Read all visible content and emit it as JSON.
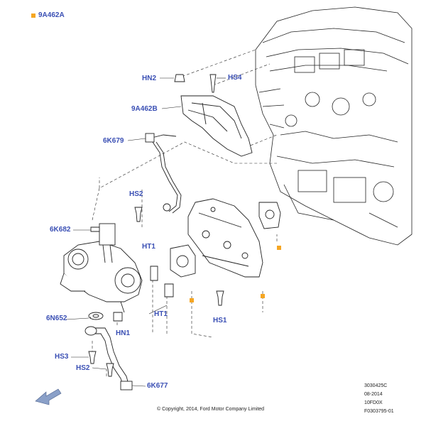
{
  "header": {
    "kit_label": "9A462A",
    "marker_color": "#f5a623"
  },
  "callouts": {
    "hn2_top": "HN2",
    "hs4": "HS4",
    "9a462b": "9A462B",
    "6k679": "6K679",
    "hs2_top": "HS2",
    "6k682": "6K682",
    "ht1_top": "HT1",
    "ht1_bottom": "HT1",
    "6n652": "6N652",
    "hn1": "HN1",
    "hs1": "HS1",
    "hs3": "HS3",
    "hs2_bottom": "HS2",
    "6k677": "6K677"
  },
  "footer": {
    "copyright": "© Copyright, 2014, Ford Motor Company Limited",
    "ref_1": "3030425C",
    "ref_2": "08-2014",
    "ref_3": "10FD0X",
    "ref_4": "F0303795-01"
  },
  "colors": {
    "callout": "#3a4fb4",
    "line": "#222222",
    "arrow": "#8aa0c8"
  }
}
